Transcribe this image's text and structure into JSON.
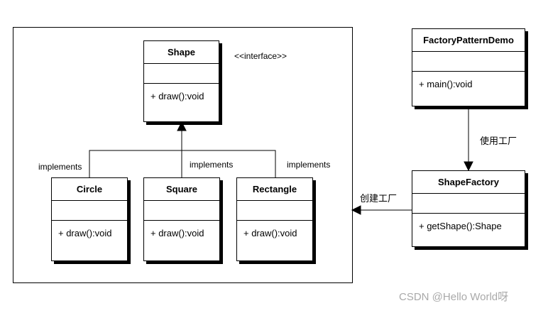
{
  "diagram": {
    "interface_stereotype": "<<interface>>",
    "classes": {
      "shape": {
        "name": "Shape",
        "method": "+ draw():void"
      },
      "circle": {
        "name": "Circle",
        "method": "+ draw():void"
      },
      "square": {
        "name": "Square",
        "method": "+ draw():void"
      },
      "rectangle": {
        "name": "Rectangle",
        "method": "+ draw():void"
      },
      "factory_pattern_demo": {
        "name": "FactoryPatternDemo",
        "method": "+ main():void"
      },
      "shape_factory": {
        "name": "ShapeFactory",
        "method": "+ getShape():Shape"
      }
    },
    "labels": {
      "implements_left": "implements",
      "implements_middle": "implements",
      "implements_right": "implements",
      "use_factory": "使用工厂",
      "create_factory": "创建工厂"
    },
    "colors": {
      "line": "#000000",
      "box_fill": "#ffffff",
      "shadow": "#000000",
      "watermark": "#a9a9a9"
    },
    "watermark": "CSDN @Hello World呀"
  }
}
